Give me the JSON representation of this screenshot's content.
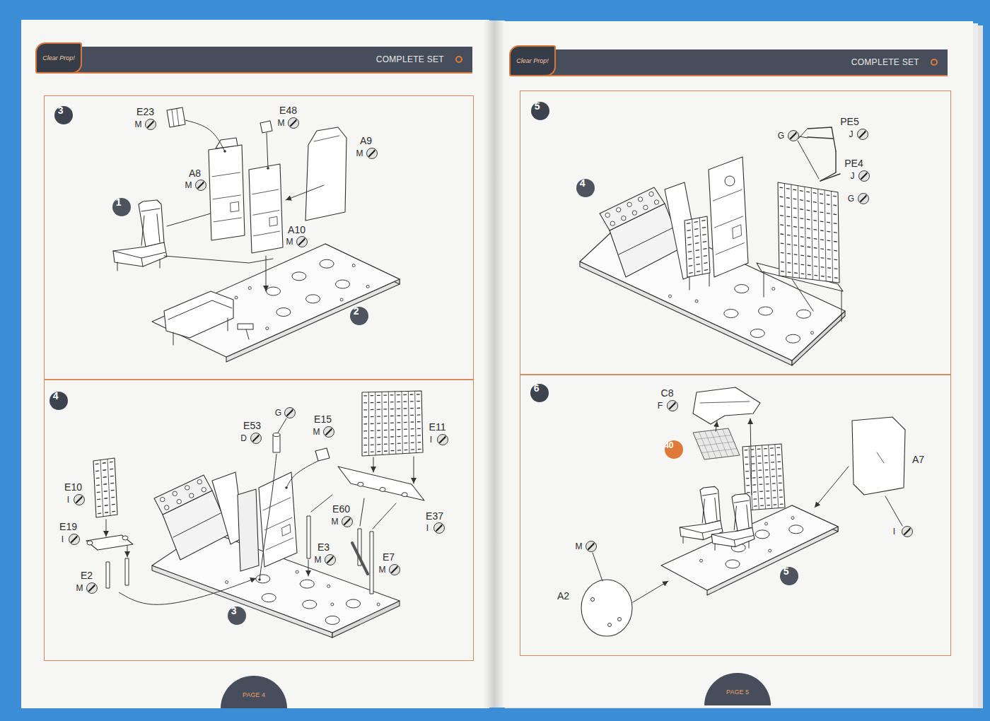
{
  "diagram": {
    "nodes": [
      {
        "text": [
          "COMPLETE SET"
        ]
      },
      {
        "text": [
          "E23",
          "M",
          "E48",
          "M",
          "A9",
          "M",
          "A8",
          "M",
          "A10",
          "M"
        ]
      },
      {
        "text": [
          "3"
        ],
        "in": 1
      },
      {
        "text": [
          "1"
        ],
        "in": 1
      },
      {
        "text": [
          "2"
        ],
        "in": 1
      },
      {
        "text": [
          "E53",
          "D",
          "G",
          "E15",
          "M",
          "E11",
          "I",
          "E10",
          "I",
          "E19",
          "I",
          "E60",
          "M",
          "E37",
          "I",
          "E3",
          "M",
          "E7",
          "M",
          "E2",
          "M"
        ]
      },
      {
        "text": [
          "4"
        ],
        "in": 5
      },
      {
        "text": [
          "3"
        ],
        "in": 5
      },
      {
        "text": [
          "PAGE 4"
        ]
      },
      {
        "text": [
          "COMPLETE SET"
        ]
      },
      {
        "text": [
          "G",
          "PE5",
          "J",
          "PE4",
          "J",
          "G"
        ]
      },
      {
        "text": [
          "5"
        ],
        "in": 10
      },
      {
        "text": [
          "4"
        ],
        "in": 10
      },
      {
        "text": [
          "C8",
          "F",
          "A7",
          "I",
          "M",
          "A2"
        ]
      },
      {
        "text": [
          "6"
        ],
        "in": 13
      },
      {
        "text": [
          "40"
        ],
        "in": 13
      },
      {
        "text": [
          "5"
        ],
        "in": 13
      },
      {
        "text": [
          "PAGE 5"
        ]
      }
    ],
    "labels": [
      "Clear Prop!",
      "Clear Prop!"
    ]
  }
}
